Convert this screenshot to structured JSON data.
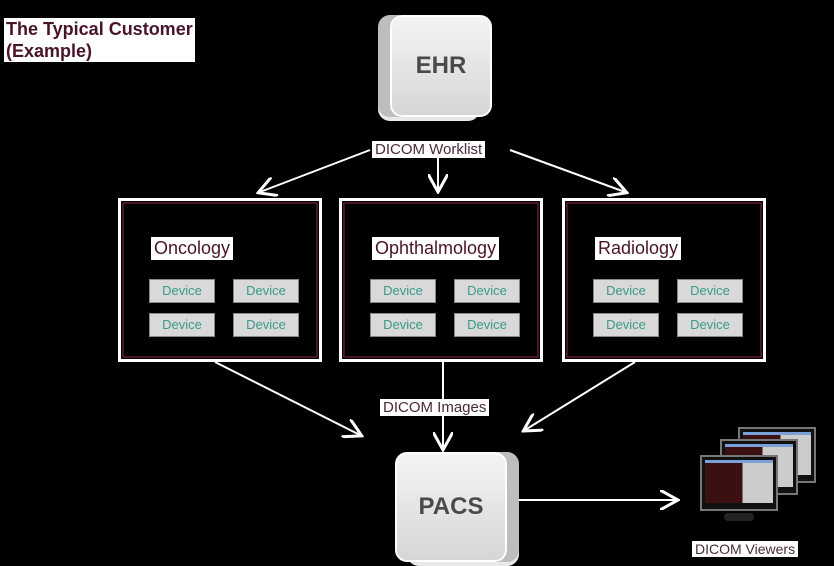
{
  "title": {
    "line1": "The Typical Customer",
    "line2": "(Example)"
  },
  "nodes": {
    "ehr": "EHR",
    "pacs": "PACS"
  },
  "flows": {
    "worklist": "DICOM Worklist",
    "images": "DICOM Images"
  },
  "departments": [
    {
      "name": "Oncology",
      "devices": [
        "Device",
        "Device",
        "Device",
        "Device"
      ]
    },
    {
      "name": "Ophthalmology",
      "devices": [
        "Device",
        "Device",
        "Device",
        "Device"
      ]
    },
    {
      "name": "Radiology",
      "devices": [
        "Device",
        "Device",
        "Device",
        "Device"
      ]
    }
  ],
  "viewers": {
    "label": "DICOM Viewers",
    "icon": "monitors-icon"
  },
  "colors": {
    "title": "#4a1428",
    "device_text": "#3a9a8a",
    "border": "#4a1428"
  }
}
